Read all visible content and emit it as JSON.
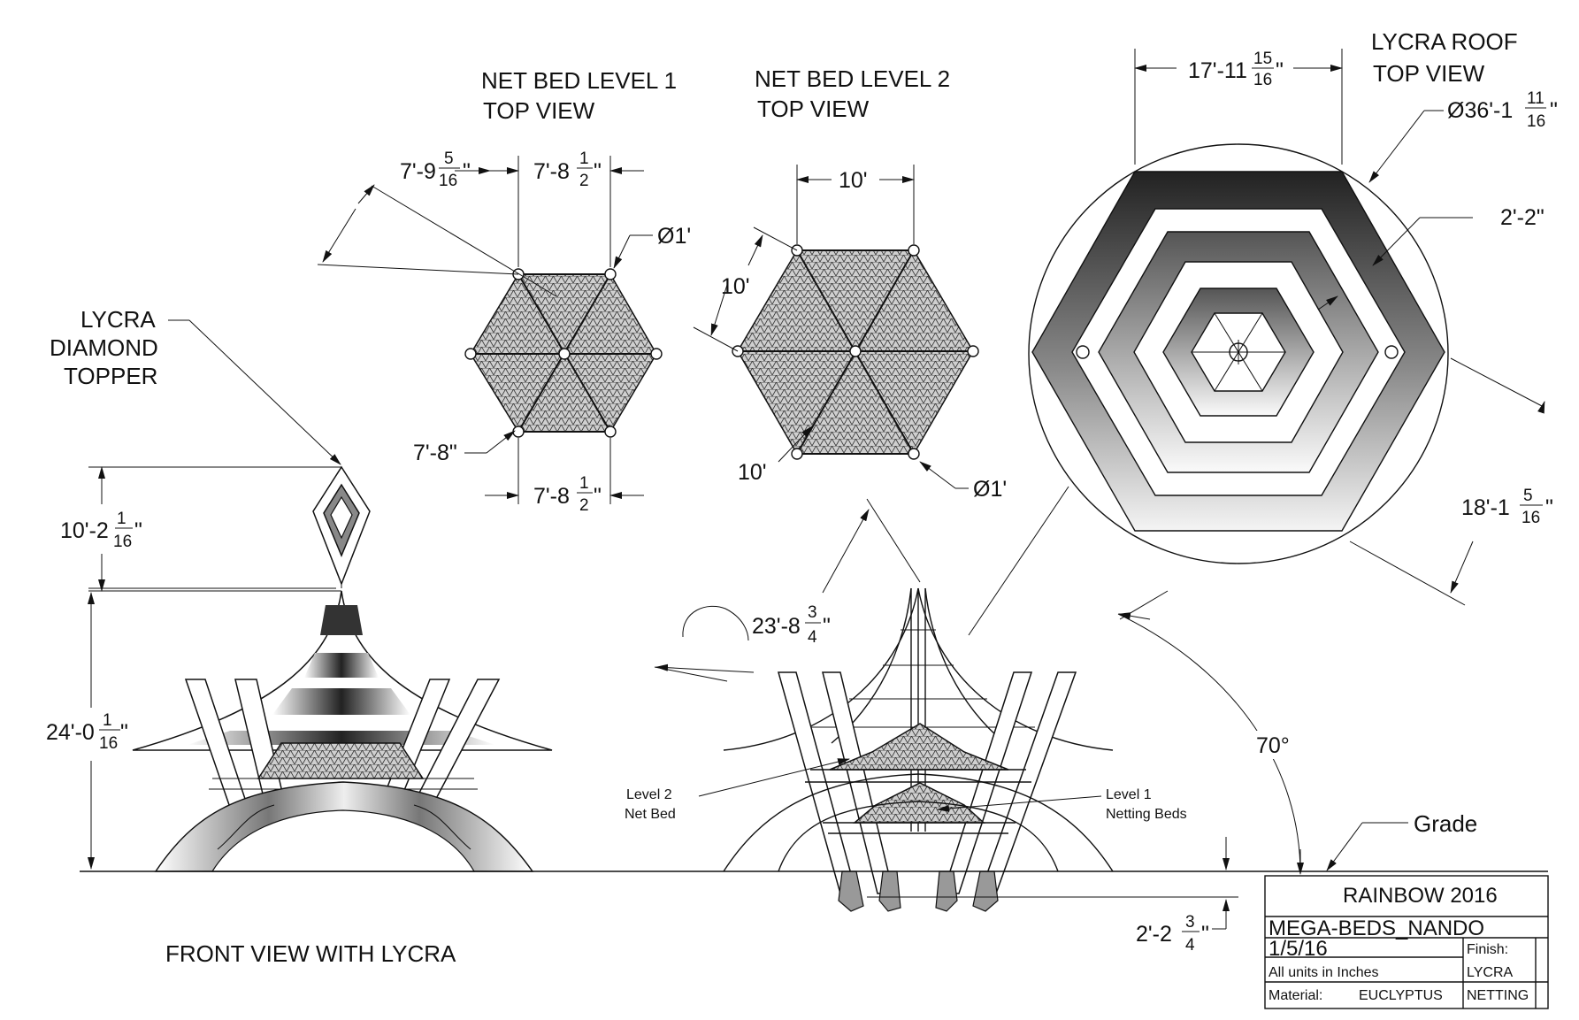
{
  "views": {
    "net_bed_level1": {
      "title_line1": "NET BED LEVEL 1",
      "title_line2": "TOP VIEW"
    },
    "net_bed_level2": {
      "title_line1": "NET BED LEVEL 2",
      "title_line2": "TOP VIEW"
    },
    "lycra_roof": {
      "title_line1": "LYCRA ROOF",
      "title_line2": "TOP VIEW"
    },
    "front": {
      "title": "FRONT VIEW WITH LYCRA"
    }
  },
  "dimensions": {
    "l1_diag": {
      "whole": "7'-9",
      "num": "5",
      "den": "16",
      "unit": "\""
    },
    "l1_top": {
      "whole": "7'-8",
      "num": "1",
      "den": "2",
      "unit": "\""
    },
    "l1_bottom": {
      "whole": "7'-8",
      "num": "1",
      "den": "2",
      "unit": "\""
    },
    "l1_side": "7'-8\"",
    "l1_post": "Ø1'",
    "l2_top": "10'",
    "l2_side": "10'",
    "l2_bottom": "10'",
    "l2_post": "Ø1'",
    "roof_width": {
      "whole": "17'-11",
      "num": "15",
      "den": "16",
      "unit": "\""
    },
    "roof_diameter": {
      "whole": "Ø36'-1",
      "num": "11",
      "den": "16",
      "unit": "\""
    },
    "roof_ring": "2'-2\"",
    "roof_radius": {
      "whole": "18'-1",
      "num": "5",
      "den": "16",
      "unit": "\""
    },
    "topper_height": {
      "whole": "10'-2",
      "num": "1",
      "den": "16",
      "unit": "\""
    },
    "total_height": {
      "whole": "24'-0",
      "num": "1",
      "den": "16",
      "unit": "\""
    },
    "arc_length": {
      "whole": "23'-8",
      "num": "3",
      "den": "4",
      "unit": "\""
    },
    "angle": "70°",
    "embed_depth": {
      "whole": "2'-2",
      "num": "3",
      "den": "4",
      "unit": "\""
    }
  },
  "labels": {
    "lycra_topper": [
      "LYCRA",
      "DIAMOND",
      "TOPPER"
    ],
    "level2_net_bed": [
      "Level 2",
      "Net Bed"
    ],
    "level1_netting_beds": [
      "Level 1",
      "Netting Beds"
    ],
    "grade": "Grade"
  },
  "title_block": {
    "project": "RAINBOW 2016",
    "drawing_name": "MEGA-BEDS_NANDO",
    "date": "1/5/16",
    "units_note": "All units in Inches",
    "finish_label": "Finish:",
    "finish_value_1": "LYCRA",
    "finish_value_2": "NETTING",
    "material_label": "Material:",
    "material_value": "EUCLYPTUS"
  }
}
